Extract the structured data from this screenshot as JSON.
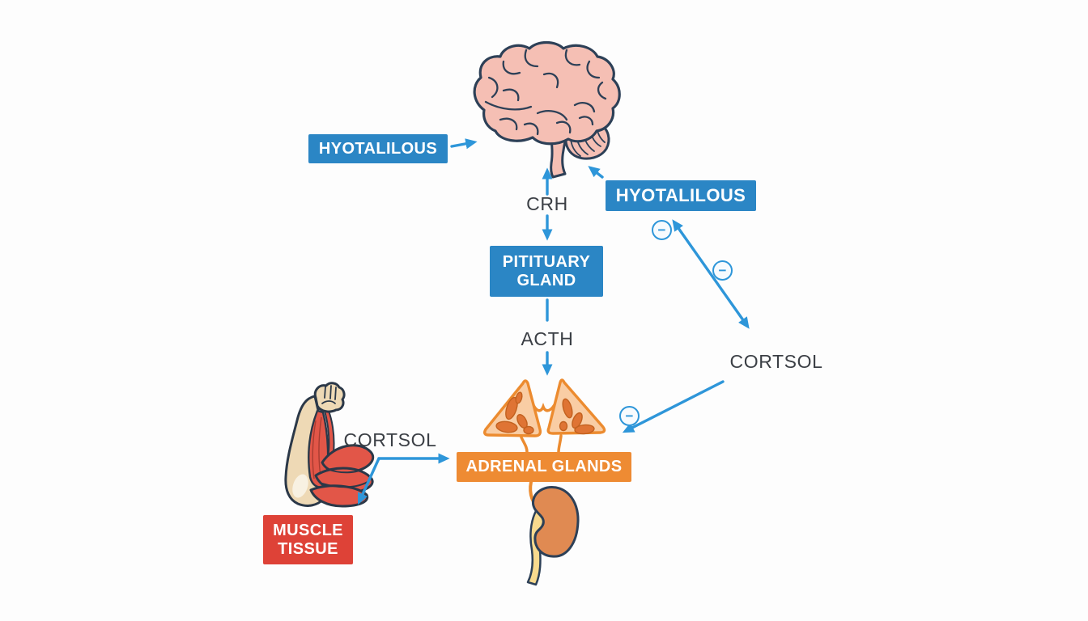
{
  "diagram": {
    "boxes": {
      "hypothalamus_left": "HYOTALILOUS",
      "hypothalamus_right": "HYOTALILOUS",
      "pituitary_line1": "PITITUARY",
      "pituitary_line2": "GLAND",
      "adrenal": "ADRENAL GLANDS",
      "muscle_line1": "MUSCLE",
      "muscle_line2": "TISSUE"
    },
    "labels": {
      "crh": "CRH",
      "acth": "ACTH",
      "cortisol_right": "CORTSOL",
      "cortisol_left": "CORTSOL",
      "minus": "−"
    },
    "colors": {
      "blue_box": "#2b86c5",
      "orange_box": "#ee8b33",
      "red_box": "#de4237",
      "arrow_blue": "#2e96d9",
      "label_text": "#3b3f45",
      "box_text": "#ffffff",
      "brain_fill": "#f5bfb4",
      "outline_navy": "#2d4057",
      "adrenal_fill": "#f9cda4",
      "adrenal_outline": "#ec8b2f",
      "kidney_fill": "#e08a52",
      "ureter_fill": "#f8da8e",
      "muscle_red": "#e25648",
      "skin_tan": "#eed9b5"
    },
    "illustrations": {
      "brain": "brain-illustration",
      "adrenals": "adrenal-glands-illustration",
      "kidney": "kidney-illustration",
      "muscle_arm": "muscle-arm-illustration",
      "feedback_sign": "minus-circle-icon"
    }
  }
}
